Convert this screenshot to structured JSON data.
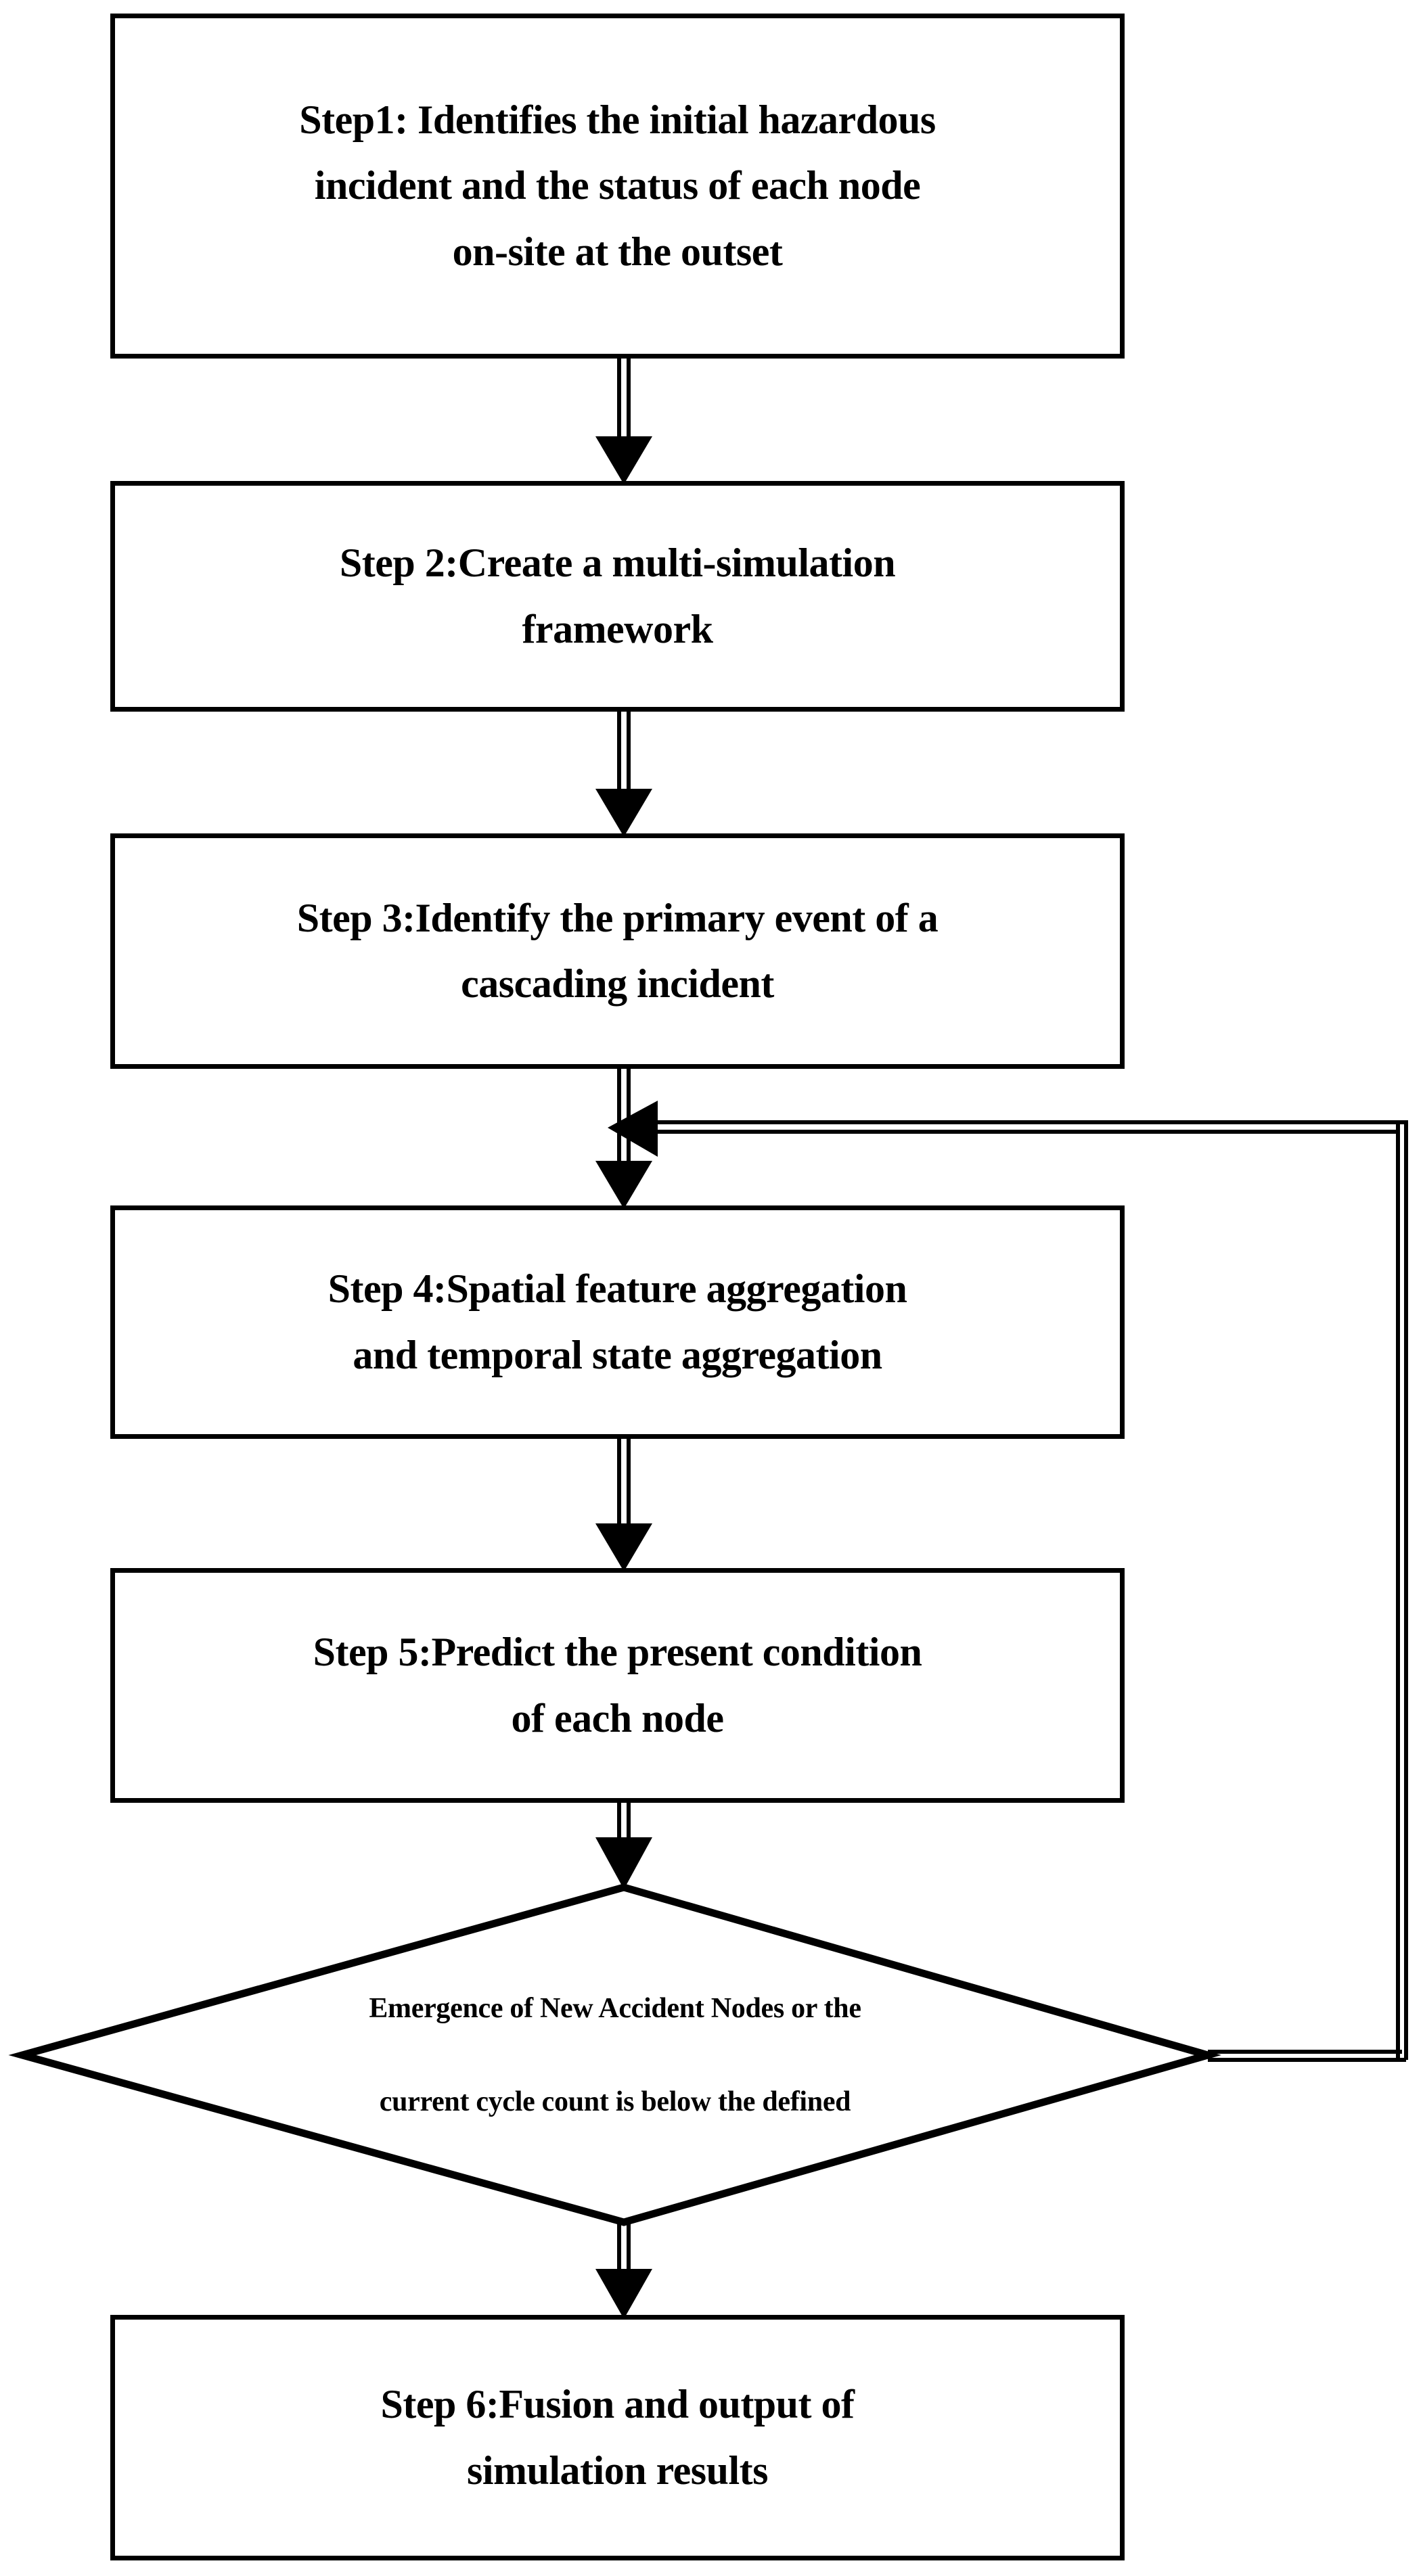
{
  "diagram": {
    "title": "Multi-simulation cascading incident prediction workflow",
    "type": "flowchart",
    "orientation": "top-to-bottom",
    "background_color": "#FFFFFF",
    "line_color": "#000000",
    "text_color": "#000000",
    "nodes": [
      {
        "id": "step1",
        "shape": "rectangle",
        "text": "Step1: Identifies the initial hazardous\nincident and the status of each node\non-site at the outset",
        "lines": [
          "Step1: Identifies the initial hazardous",
          "incident and the status of each node",
          "on-site at the outset"
        ]
      },
      {
        "id": "step2",
        "shape": "rectangle",
        "text": "Step 2:Create a multi-simulation\nframework",
        "lines": [
          "Step 2:Create a multi-simulation",
          "framework"
        ]
      },
      {
        "id": "step3",
        "shape": "rectangle",
        "text": "Step 3:Identify the primary event of a\ncascading incident",
        "lines": [
          "Step 3:Identify the primary event of a",
          "cascading incident"
        ]
      },
      {
        "id": "step4",
        "shape": "rectangle",
        "text": "Step 4:Spatial feature aggregation\nand temporal state aggregation",
        "lines": [
          "Step 4:Spatial feature aggregation",
          "and temporal state aggregation"
        ]
      },
      {
        "id": "step5",
        "shape": "rectangle",
        "text": "Step 5:Predict the present condition\nof each node",
        "lines": [
          "Step 5:Predict the present condition",
          "of each node"
        ]
      },
      {
        "id": "decision",
        "shape": "diamond",
        "text": "Emergence of New Accident Nodes or the\ncurrent cycle count is below the defined",
        "lines": [
          "Emergence of New Accident Nodes or the",
          "current cycle count is below the defined"
        ]
      },
      {
        "id": "step6",
        "shape": "rectangle",
        "text": "Step 6:Fusion and output of\nsimulation results",
        "lines": [
          "Step 6:Fusion and output of",
          "simulation results"
        ]
      }
    ],
    "edges": [
      {
        "id": "e1",
        "from": "step1",
        "to": "step2",
        "style": "double-line-arrow",
        "direction": "down"
      },
      {
        "id": "e2",
        "from": "step2",
        "to": "step3",
        "style": "double-line-arrow",
        "direction": "down"
      },
      {
        "id": "e3",
        "from": "step3",
        "to": "step4",
        "style": "double-line-arrow",
        "direction": "down"
      },
      {
        "id": "e4",
        "from": "step4",
        "to": "step5",
        "style": "double-line-arrow",
        "direction": "down"
      },
      {
        "id": "e5",
        "from": "step5",
        "to": "decision",
        "style": "double-line-arrow",
        "direction": "down"
      },
      {
        "id": "e6",
        "from": "decision",
        "to": "step6",
        "style": "double-line-arrow",
        "direction": "down"
      },
      {
        "id": "e7",
        "from": "decision",
        "to": "step3-step4-junction",
        "style": "double-line-feedback-arrow",
        "direction": "right-up-left",
        "label": ""
      }
    ]
  }
}
